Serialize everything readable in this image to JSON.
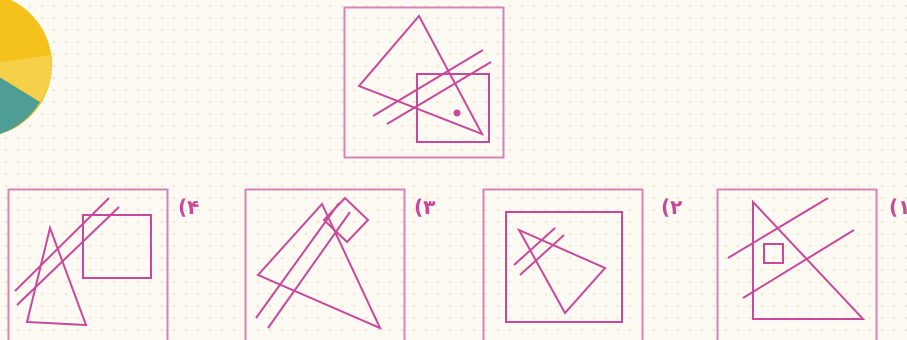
{
  "colors": {
    "line": "#c9489b",
    "frame": "#d683b6",
    "label": "#c9489b",
    "background": "#fdfaf3",
    "sun_yellow": "#f4c21b",
    "sun_teal": "#4f9e95"
  },
  "question": {
    "figure_icon": "square-triangle-two-lines-dot"
  },
  "options": [
    {
      "label": "(۴",
      "figure_icon": "triangle-two-lines-square"
    },
    {
      "label": "(۳",
      "figure_icon": "triangle-two-lines-diamond"
    },
    {
      "label": "(۲",
      "figure_icon": "framed-square-triangle-two-lines"
    },
    {
      "label": "(۱",
      "figure_icon": "triangle-two-lines-small-square"
    }
  ]
}
